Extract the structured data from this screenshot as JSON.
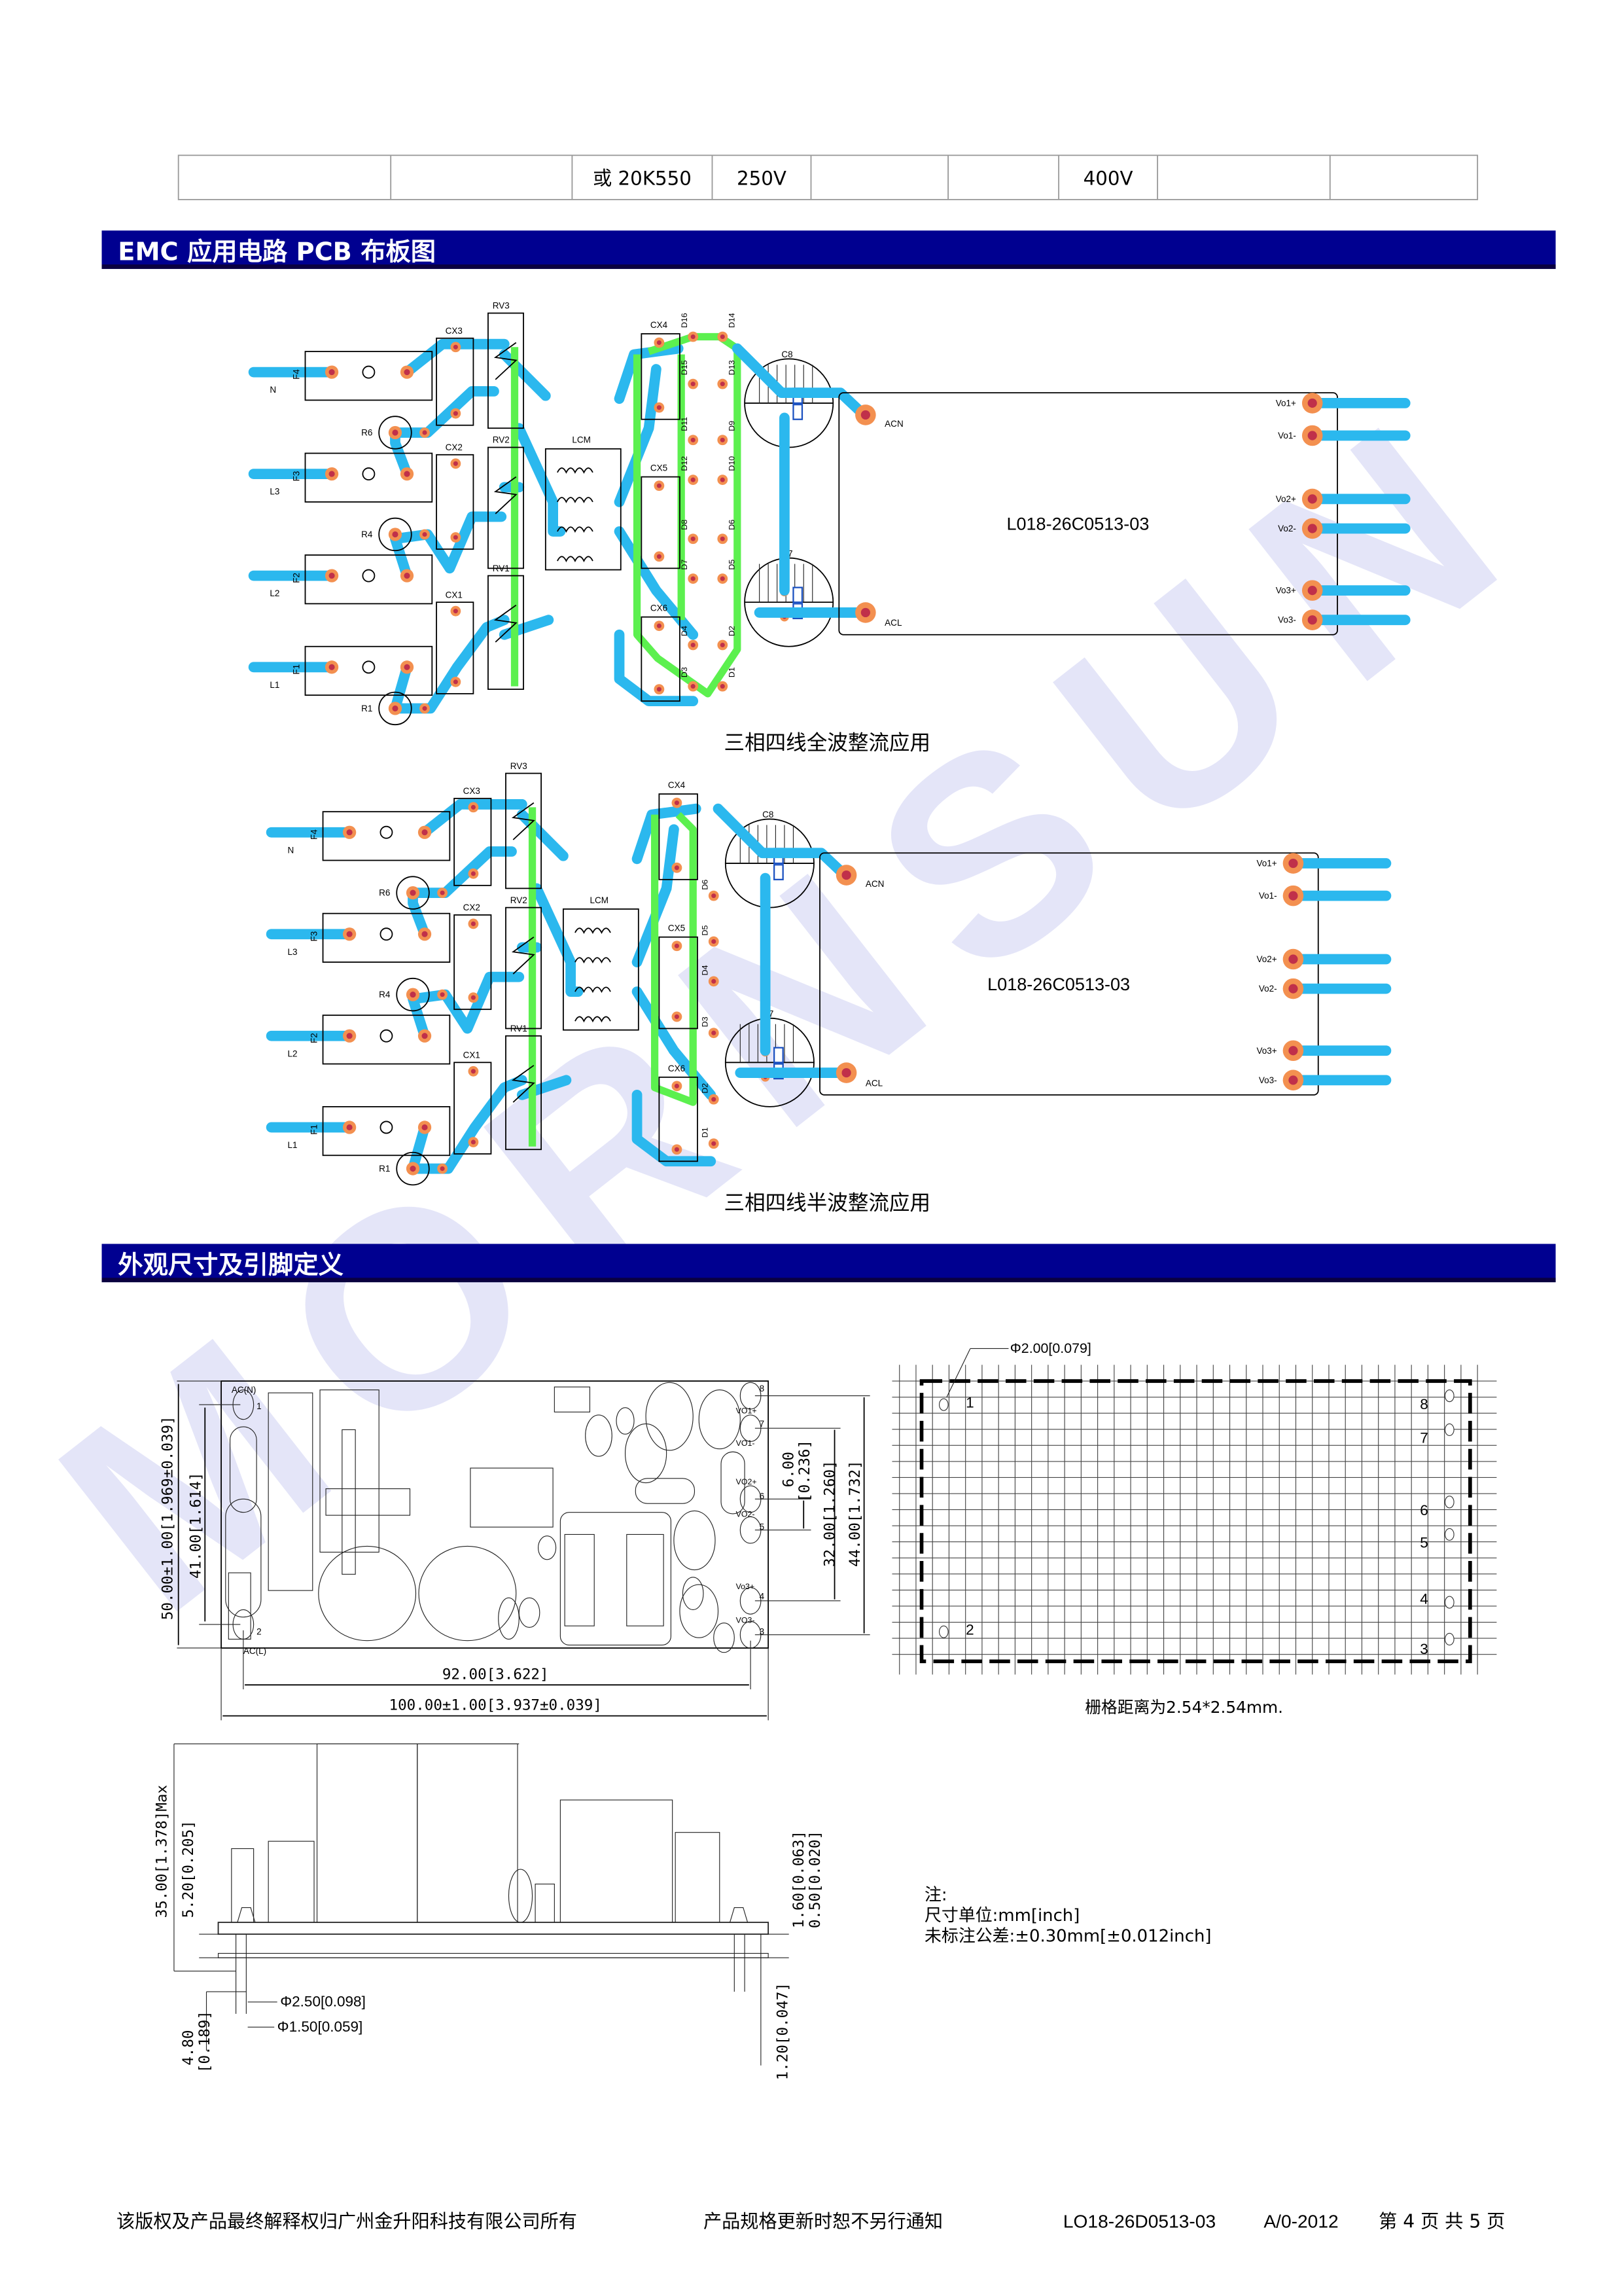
{
  "table_row": {
    "cells": [
      "",
      "",
      "或 20K550",
      "250V",
      "",
      "",
      "400V",
      "",
      ""
    ]
  },
  "sections": {
    "pcb_title": "EMC 应用电路 PCB 布板图",
    "dims_title": "外观尺寸及引脚定义"
  },
  "pcb_full": {
    "caption": "三相四线全波整流应用",
    "module": "L018-26C0513-03",
    "acn": "ACN",
    "acl": "ACL",
    "outputs": [
      "Vo1+",
      "Vo1-",
      "Vo2+",
      "Vo2-",
      "Vo3+",
      "Vo3-"
    ],
    "fuses": [
      "F4",
      "F3",
      "F2",
      "F1"
    ],
    "lines": [
      "N",
      "L3",
      "L2",
      "L1"
    ],
    "resistors": [
      "R6",
      "R4",
      "R1"
    ],
    "cx_left": [
      "CX3",
      "CX2",
      "CX1"
    ],
    "cx_right": [
      "CX4",
      "CX5",
      "CX6"
    ],
    "rv": [
      "RV3",
      "RV2",
      "RV1"
    ],
    "lcm": "LCM",
    "caps": [
      "C8",
      "C7"
    ],
    "diodes_a": [
      "D16",
      "D15",
      "D11",
      "D12",
      "D8",
      "D7",
      "D4",
      "D3"
    ],
    "diodes_b": [
      "D14",
      "D13",
      "D9",
      "D10",
      "D6",
      "D5",
      "D2",
      "D1"
    ]
  },
  "pcb_half": {
    "caption": "三相四线半波整流应用",
    "module": "L018-26C0513-03",
    "acn": "ACN",
    "acl": "ACL",
    "outputs": [
      "Vo1+",
      "Vo1-",
      "Vo2+",
      "Vo2-",
      "Vo3+",
      "Vo3-"
    ],
    "fuses": [
      "F4",
      "F3",
      "F2",
      "F1"
    ],
    "lines": [
      "N",
      "L3",
      "L2",
      "L1"
    ],
    "resistors": [
      "R6",
      "R4",
      "R1"
    ],
    "cx_left": [
      "CX3",
      "CX2",
      "CX1"
    ],
    "cx_right": [
      "CX4",
      "CX5",
      "CX6"
    ],
    "rv": [
      "RV3",
      "RV2",
      "RV1"
    ],
    "lcm": "LCM",
    "caps": [
      "C8",
      "C7"
    ],
    "diodes": [
      "D6",
      "D5",
      "D4",
      "D3",
      "D2",
      "D1"
    ]
  },
  "top_view": {
    "h_total": "50.00±1.00[1.969±0.039]",
    "h_pins": "41.00[1.614]",
    "d6": "6.00",
    "d6_in": "[0.236]",
    "d32": "32.00[1.260]",
    "d44": "44.00[1.732]",
    "w_pins": "92.00[3.622]",
    "w_total": "100.00±1.00[3.937±0.039]",
    "ac_n": "AC(N)",
    "ac_l": "AC(L)",
    "pin_names": [
      "VO1+",
      "VO1-",
      "VO2+",
      "VO2-",
      "Vo3+",
      "VO3-"
    ],
    "pin_numbers": [
      "1",
      "2",
      "3",
      "4",
      "5",
      "6",
      "7",
      "8"
    ]
  },
  "grid_view": {
    "hole": "Φ2.00[0.079]",
    "caption": "栅格距离为2.54*2.54mm.",
    "pin_numbers": [
      "1",
      "2",
      "3",
      "4",
      "5",
      "6",
      "7",
      "8"
    ]
  },
  "side_view": {
    "height": "35.00[1.378]Max",
    "h52": "5.20[0.205]",
    "h16": "1.60[0.063]",
    "h05": "0.50[0.020]",
    "pin_d1": "Φ2.50[0.098]",
    "pin_d2": "Φ1.50[0.059]",
    "pin_len": "4.80",
    "pin_len_in": "[0.189]",
    "h12": "1.20[0.047]"
  },
  "notes": {
    "title": "注:",
    "unit": "尺寸单位:mm[inch]",
    "tolerance": "未标注公差:±0.30mm[±0.012inch]"
  },
  "watermark": "MORNSUN",
  "footer": {
    "copyright": "该版权及产品最终解释权归广州金升阳科技有限公司所有",
    "notice": "产品规格更新时恕不另行通知",
    "model": "LO18-26D0513-03",
    "revision": "A/0-2012",
    "page": "第 4 页 共 5 页"
  },
  "colors": {
    "header_bg": "#000090",
    "trace": "#2bb8ee",
    "green_trace": "#5cf04f",
    "pad": "#f39050"
  }
}
